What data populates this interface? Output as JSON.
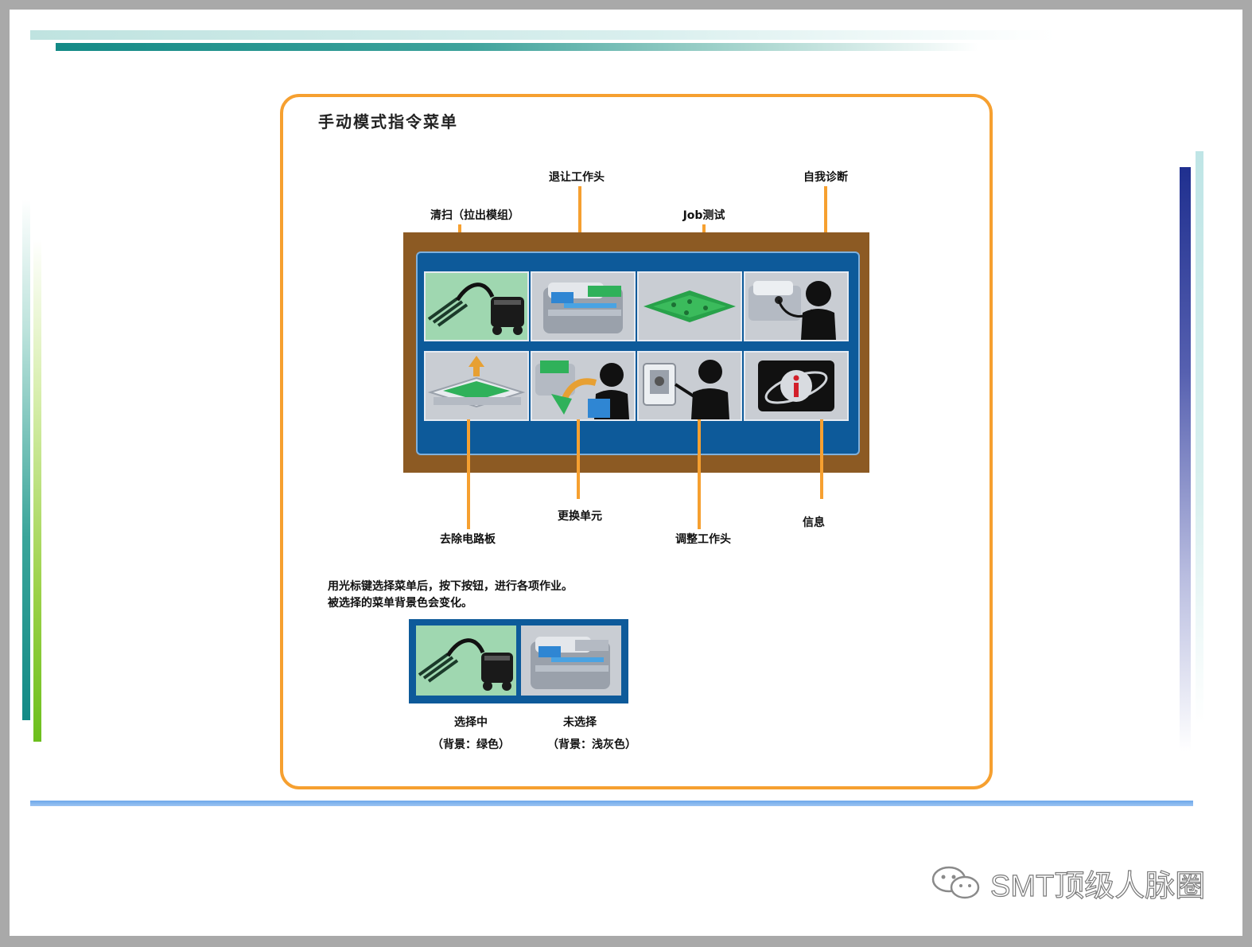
{
  "menu": {
    "title": "手动模式指令菜单",
    "top_labels": [
      {
        "id": "cleaning",
        "text": "清扫（拉出模组）"
      },
      {
        "id": "retract",
        "text": "退让工作头"
      },
      {
        "id": "job-test",
        "text": "Job测试"
      },
      {
        "id": "self-diag",
        "text": "自我诊断"
      }
    ],
    "bottom_labels": [
      {
        "id": "remove-pcb",
        "text": "去除电路板"
      },
      {
        "id": "replace-unit",
        "text": "更换单元"
      },
      {
        "id": "adjust-head",
        "text": "调整工作头"
      },
      {
        "id": "info",
        "text": "信息"
      }
    ]
  },
  "note": {
    "line1": "用光标键选择菜单后，按下按钮，进行各项作业。",
    "line2": "被选择的菜单背景色会变化。"
  },
  "demo": {
    "selected_label": "选择中",
    "selected_bg": "（背景：绿色）",
    "unselected_label": "未选择",
    "unselected_bg": "（背景：浅灰色）"
  },
  "colors": {
    "selected_bg": "#9fd7b0",
    "unselected_bg": "#c9cdd3",
    "accent": "#f6a030",
    "panel_blue": "#0d5a9a",
    "panel_brown": "#8c5a23"
  },
  "watermark": {
    "text": "SMT顶级人脉圈",
    "icon": "wechat-icon"
  }
}
